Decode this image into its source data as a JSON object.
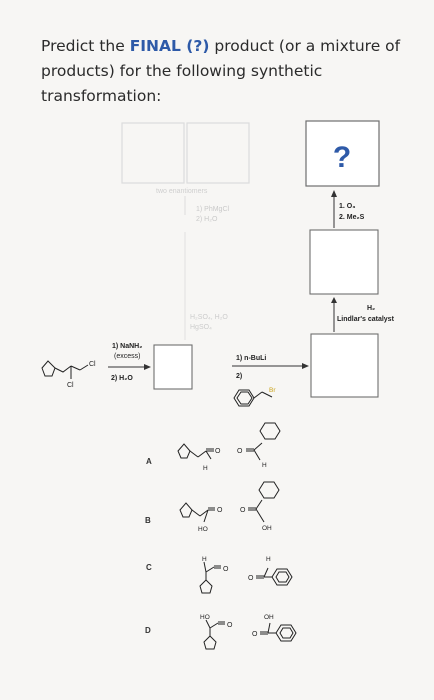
{
  "question": {
    "text_before": "Predict the ",
    "emphasis": "FINAL (?)",
    "text_after": " product (or a mixture of products) for the following synthetic transformation:"
  },
  "scheme": {
    "unknown_mark": "?",
    "faded_note": "two enantiomers",
    "step_ozonolysis": [
      "1. O₃",
      "2. Me₂S"
    ],
    "step_lindlar": [
      "H₂",
      "Lindlar's catalyst"
    ],
    "step_grignard": [
      "1) PhMgCl",
      "2) H₂O"
    ],
    "step_hydration": [
      "H₂SO₄, H₂O",
      "HgSO₄"
    ],
    "step_nanh2": [
      "1) NaNH₂",
      "(excess)",
      "2) H₂O"
    ],
    "step_buli": [
      "1) n-BuLi",
      "2)"
    ],
    "start_atoms": {
      "cl1": "Cl",
      "cl2": "Cl"
    },
    "bromide_atom": "Br"
  },
  "options": [
    {
      "letter": "A",
      "left_group": "H",
      "right_group": "H"
    },
    {
      "letter": "B",
      "left_group": "HO",
      "right_group": "OH"
    },
    {
      "letter": "C",
      "left_group": "H",
      "right_group": "H"
    },
    {
      "letter": "D",
      "left_group": "HO",
      "right_group": "OH"
    }
  ],
  "atom_O": "O"
}
